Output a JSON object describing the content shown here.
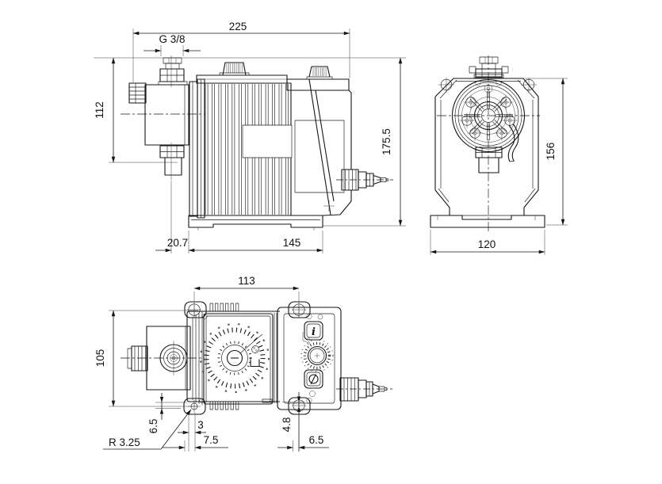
{
  "drawing": {
    "type": "pump-dimensional-drawing",
    "side_view": {
      "dims": {
        "total_width": "225",
        "connection_thread": "G 3/8",
        "head_height": "112",
        "total_height": "175.5",
        "foot_offset": "20.7",
        "foot_length": "145"
      }
    },
    "front_view": {
      "dims": {
        "total_height": "156",
        "base_width": "120"
      }
    },
    "top_view": {
      "dims": {
        "hole_spacing_x": "113",
        "hole_spacing_y": "105",
        "slot_edge_offset": "6.5",
        "slot_width": "3",
        "slot_length": "7.5",
        "slot_radius": "R 3.25",
        "hole_edge_offset": "4.8",
        "hole_offset": "6.5"
      },
      "controls": {
        "info_button_glyph": "i"
      }
    }
  }
}
